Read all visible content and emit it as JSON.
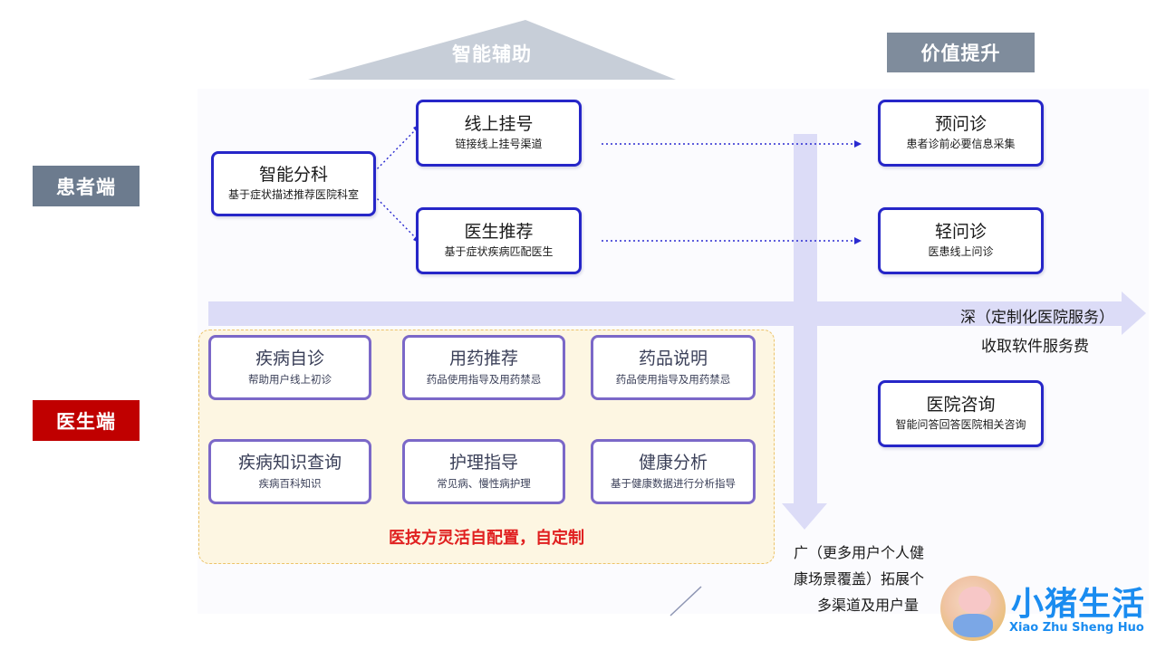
{
  "header": {
    "assist_label": "智能辅助",
    "value_label": "价值提升"
  },
  "sides": {
    "patient": "患者端",
    "doctor": "医生端"
  },
  "patient_flow": {
    "triage": {
      "title": "智能分科",
      "subtitle": "基于症状描述推荐医院科室"
    },
    "online_registration": {
      "title": "线上挂号",
      "subtitle": "链接线上挂号渠道"
    },
    "doctor_recommendation": {
      "title": "医生推荐",
      "subtitle": "基于症状疾病匹配医生"
    },
    "pre_consultation": {
      "title": "预问诊",
      "subtitle": "患者诊前必要信息采集"
    },
    "light_consultation": {
      "title": "轻问诊",
      "subtitle": "医患线上问诊"
    },
    "hospital_inquiry": {
      "title": "医院咨询",
      "subtitle": "智能问答回答医院相关咨询"
    }
  },
  "doctor_modules": [
    {
      "title": "疾病自诊",
      "subtitle": "帮助用户线上初诊"
    },
    {
      "title": "用药推荐",
      "subtitle": "药品使用指导及用药禁忌"
    },
    {
      "title": "药品说明",
      "subtitle": "药品使用指导及用药禁忌"
    },
    {
      "title": "疾病知识查询",
      "subtitle": "疾病百科知识"
    },
    {
      "title": "护理指导",
      "subtitle": "常见病、慢性病护理"
    },
    {
      "title": "健康分析",
      "subtitle": "基于健康数据进行分析指导"
    }
  ],
  "doctor_note": "医技方灵活自配置，自定制",
  "axes": {
    "deep_line1": "深（定制化医院服务）",
    "deep_line2": "收取软件服务费",
    "wide_lines": [
      "广（更多用户个人健",
      "康场景覆盖）拓展个",
      "多渠道及用户量"
    ]
  },
  "logo": {
    "title": "小猪生活",
    "subtitle": "Xiao Zhu Sheng Huo"
  },
  "colors": {
    "patient_box_border": "#2626c8",
    "doctor_box_border": "#7b68c8",
    "axis_arrow": "#dcdcf7",
    "doctor_label_bg": "#c00000",
    "patient_label_bg": "#6c7b8e",
    "logo_blue": "#1a8cf0"
  }
}
